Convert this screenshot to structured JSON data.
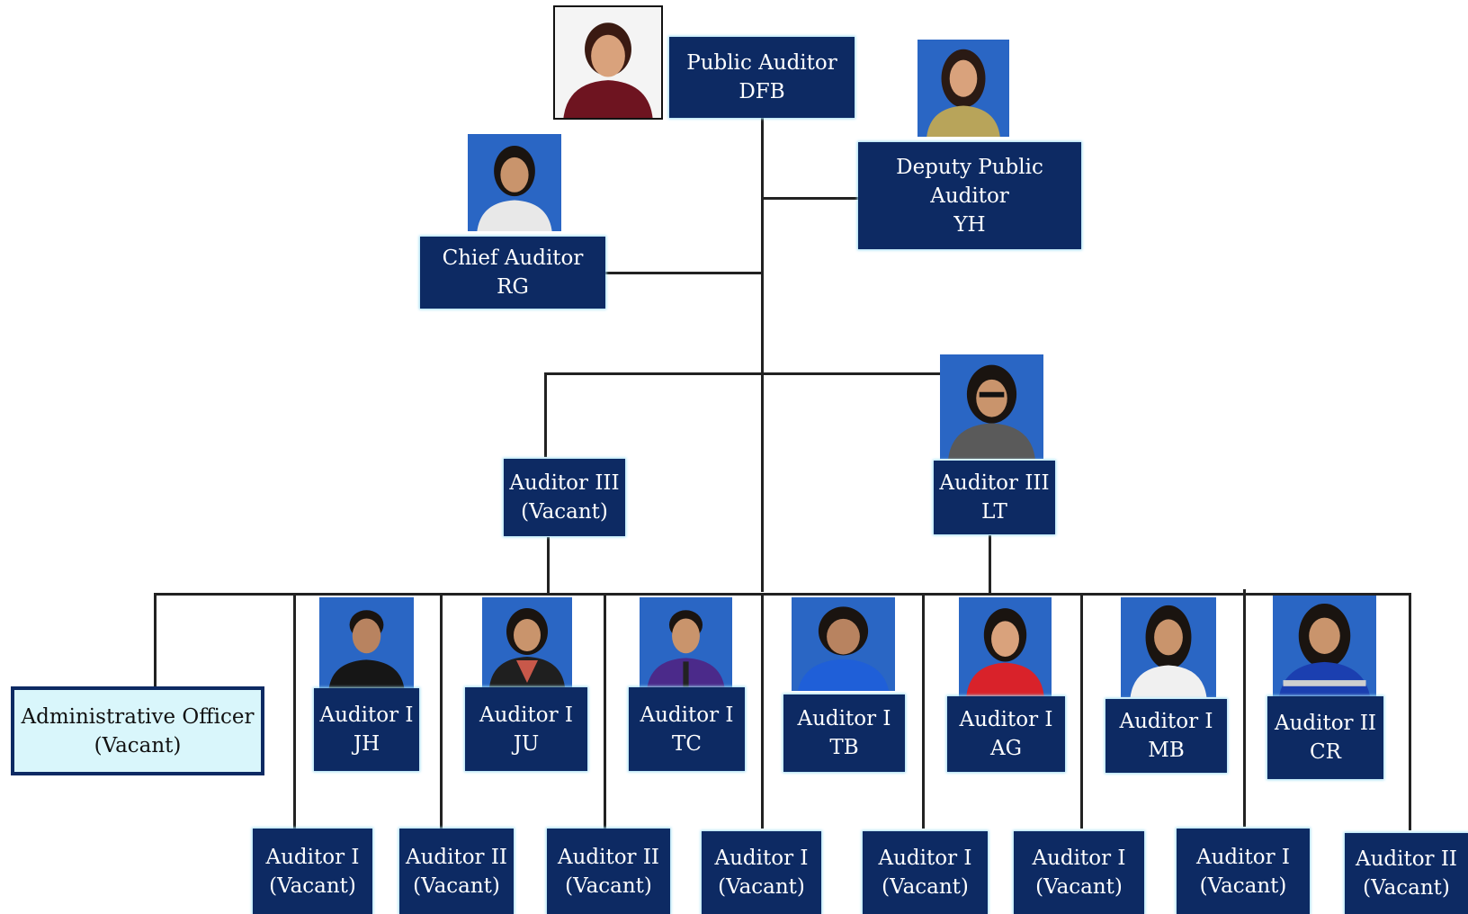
{
  "positions": {
    "public_auditor": {
      "title": "Public Auditor",
      "initials": "DFB"
    },
    "deputy": {
      "line1": "Deputy Public",
      "line2": "Auditor",
      "initials": "YH"
    },
    "chief": {
      "title": "Chief Auditor",
      "initials": "RG"
    },
    "a3_vacant": {
      "title": "Auditor III",
      "status": "(Vacant)"
    },
    "a3_lt": {
      "title": "Auditor III",
      "initials": "LT"
    },
    "admin": {
      "title": "Administrative Officer",
      "status": "(Vacant)"
    },
    "staff_row": [
      {
        "title": "Auditor I",
        "initials": "JH"
      },
      {
        "title": "Auditor I",
        "initials": "JU"
      },
      {
        "title": "Auditor I",
        "initials": "TC"
      },
      {
        "title": "Auditor I",
        "initials": "TB"
      },
      {
        "title": "Auditor I",
        "initials": "AG"
      },
      {
        "title": "Auditor I",
        "initials": "MB"
      },
      {
        "title": "Auditor II",
        "initials": "CR"
      }
    ],
    "vacant_row": [
      {
        "title": "Auditor I",
        "status": "(Vacant)"
      },
      {
        "title": "Auditor II",
        "status": "(Vacant)"
      },
      {
        "title": "Auditor II",
        "status": "(Vacant)"
      },
      {
        "title": "Auditor I",
        "status": "(Vacant)"
      },
      {
        "title": "Auditor I",
        "status": "(Vacant)"
      },
      {
        "title": "Auditor I",
        "status": "(Vacant)"
      },
      {
        "title": "Auditor I",
        "status": "(Vacant)"
      },
      {
        "title": "Auditor II",
        "status": "(Vacant)"
      }
    ]
  },
  "colors": {
    "box_fill": "#0d2a63",
    "box_glow": "#9fdcf2",
    "admin_fill": "#d9f6fb",
    "photo_bg": "#1f5bb8"
  },
  "icons": {
    "photo": "person-photo-icon"
  }
}
